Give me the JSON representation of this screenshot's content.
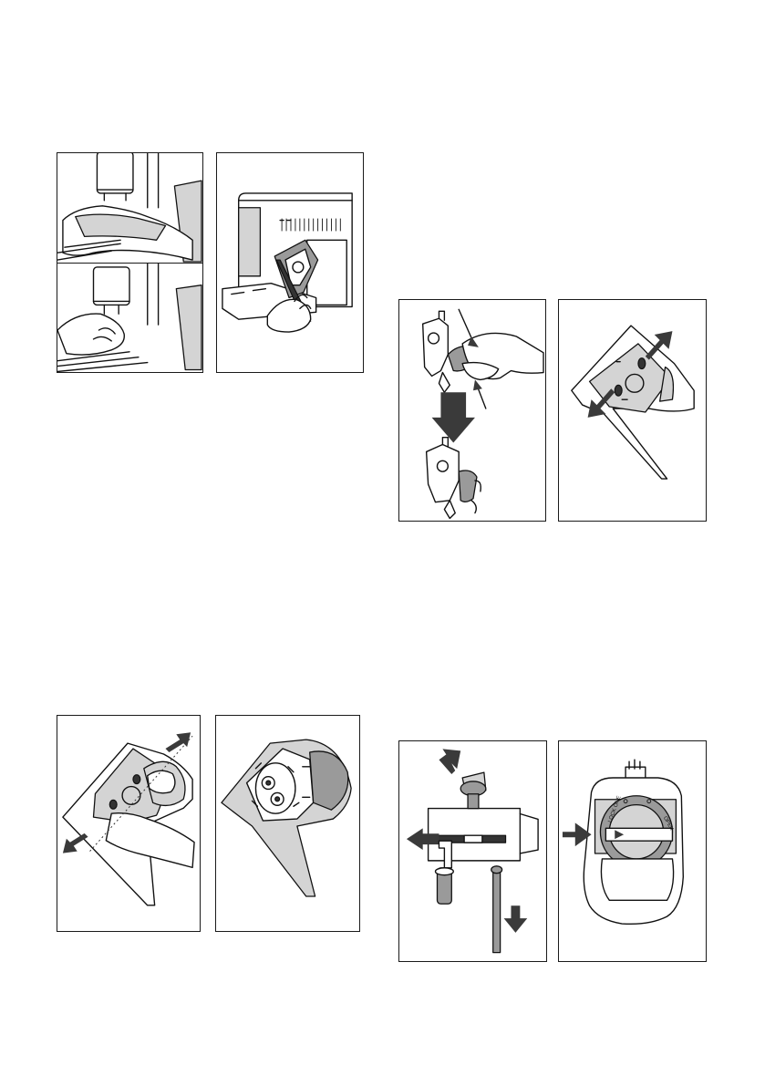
{
  "figures": [
    {
      "id": "cleaning-drip-area",
      "label": ""
    },
    {
      "id": "brew-unit-removal",
      "label": ""
    },
    {
      "id": "brew-unit-clip-release",
      "label": ""
    },
    {
      "id": "brew-unit-pull-apart",
      "label": ""
    },
    {
      "id": "brew-unit-press-sides",
      "label": ""
    },
    {
      "id": "brew-unit-open-view",
      "label": ""
    },
    {
      "id": "dispenser-disassembly",
      "label": ""
    },
    {
      "id": "grinder-dial",
      "label": ""
    }
  ],
  "dial_labels": {
    "left": "LOCK ONE",
    "right": "OPEN"
  },
  "colors": {
    "outline": "#1a1a1a",
    "shade_light": "#d4d4d4",
    "shade_mid": "#9a9a9a",
    "arrow": "#3a3a3a"
  }
}
